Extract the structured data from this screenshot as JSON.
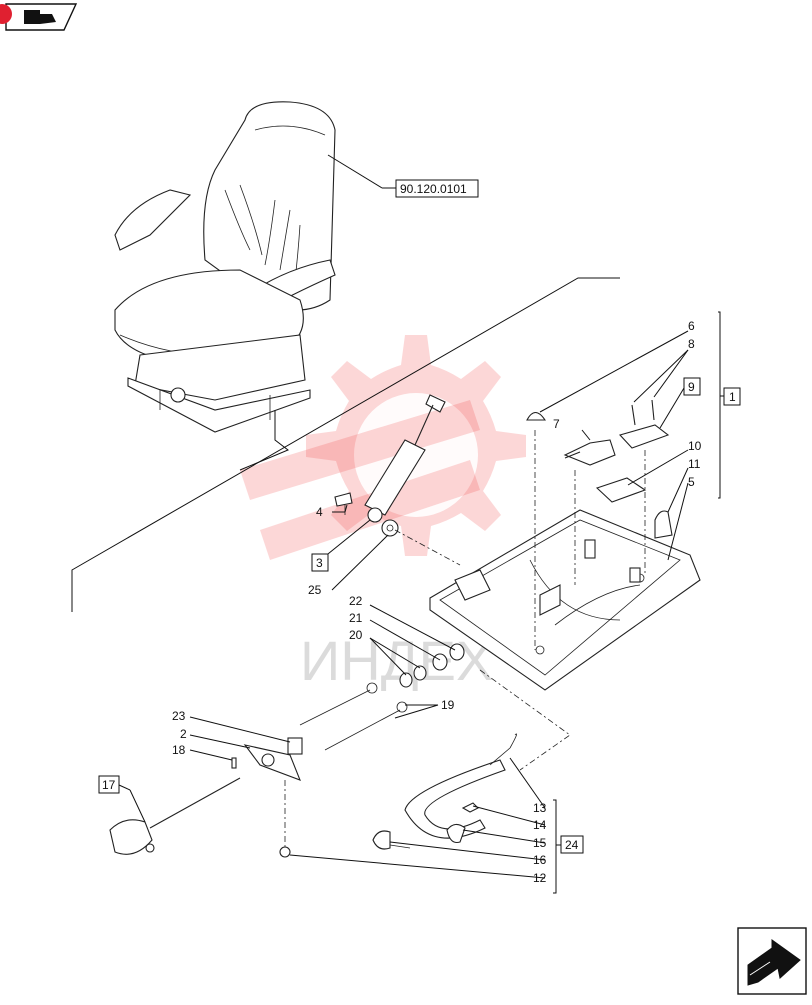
{
  "watermark": {
    "text": "ИНДЕХ",
    "color": "#f24b4b"
  },
  "reference": {
    "label": "90.120.0101"
  },
  "callouts": [
    {
      "id": "c6",
      "label": "6"
    },
    {
      "id": "c8",
      "label": "8"
    },
    {
      "id": "c9",
      "label": "9"
    },
    {
      "id": "c1",
      "label": "1"
    },
    {
      "id": "c7",
      "label": "7"
    },
    {
      "id": "c10",
      "label": "10"
    },
    {
      "id": "c11",
      "label": "11"
    },
    {
      "id": "c5",
      "label": "5"
    },
    {
      "id": "c4",
      "label": "4"
    },
    {
      "id": "c3",
      "label": "3"
    },
    {
      "id": "c25",
      "label": "25"
    },
    {
      "id": "c22",
      "label": "22"
    },
    {
      "id": "c21",
      "label": "21"
    },
    {
      "id": "c20",
      "label": "20"
    },
    {
      "id": "c19",
      "label": "19"
    },
    {
      "id": "c23",
      "label": "23"
    },
    {
      "id": "c2",
      "label": "2"
    },
    {
      "id": "c18",
      "label": "18"
    },
    {
      "id": "c17",
      "label": "17"
    },
    {
      "id": "c13",
      "label": "13"
    },
    {
      "id": "c14",
      "label": "14"
    },
    {
      "id": "c15",
      "label": "15"
    },
    {
      "id": "c24",
      "label": "24"
    },
    {
      "id": "c16",
      "label": "16"
    },
    {
      "id": "c12",
      "label": "12"
    }
  ],
  "icons": {
    "top_left": "folder-back-icon",
    "bottom_right": "next-page-arrow-icon"
  }
}
